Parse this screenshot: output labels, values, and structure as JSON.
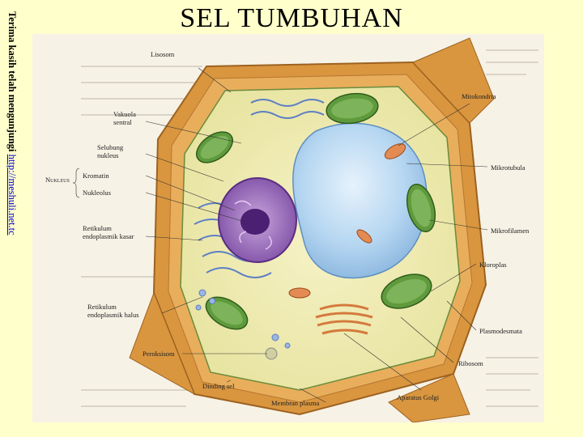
{
  "slide": {
    "title": "SEL TUMBUHAN",
    "side_note": "Terima kasih telah mengunjungi ",
    "side_link": "http://meshuli.net.tc"
  },
  "labels": {
    "lisosom": "Lisosom",
    "vakuola_line1": "Vakuola",
    "vakuola_line2": "sentral",
    "selubung_line1": "Selubung",
    "selubung_line2": "nukleus",
    "nukleus": "Nukleus",
    "kromatin": "Kromatin",
    "nukleolus": "Nukleolus",
    "re_kasar_line1": "Retikulum",
    "re_kasar_line2": "endoplasmik kasar",
    "re_halus_line1": "Retikulum",
    "re_halus_line2": "endoplasmik halus",
    "peroksisom": "Peroksisom",
    "dinding_sel": "Dinding sel",
    "membran_plasma": "Membran plasma",
    "aparatus_golgi": "Aparatus Golgi",
    "ribosom": "Ribosom",
    "plasmodesmata": "Plasmodesmata",
    "kloroplas": "Kloroplas",
    "mikrofilamen": "Mikrofilamen",
    "mikrotubula": "Mikrotubula",
    "mitokondria": "Mitokondria"
  },
  "colors": {
    "background": "#ffffcc",
    "cell_wall": "#d9963f",
    "cytoplasm": "#f1ecb2",
    "vacuole": "#a9cdee",
    "nucleus": "#8a5ab0",
    "chloroplast": "#5f9a3c",
    "golgi": "#d47a3c"
  }
}
